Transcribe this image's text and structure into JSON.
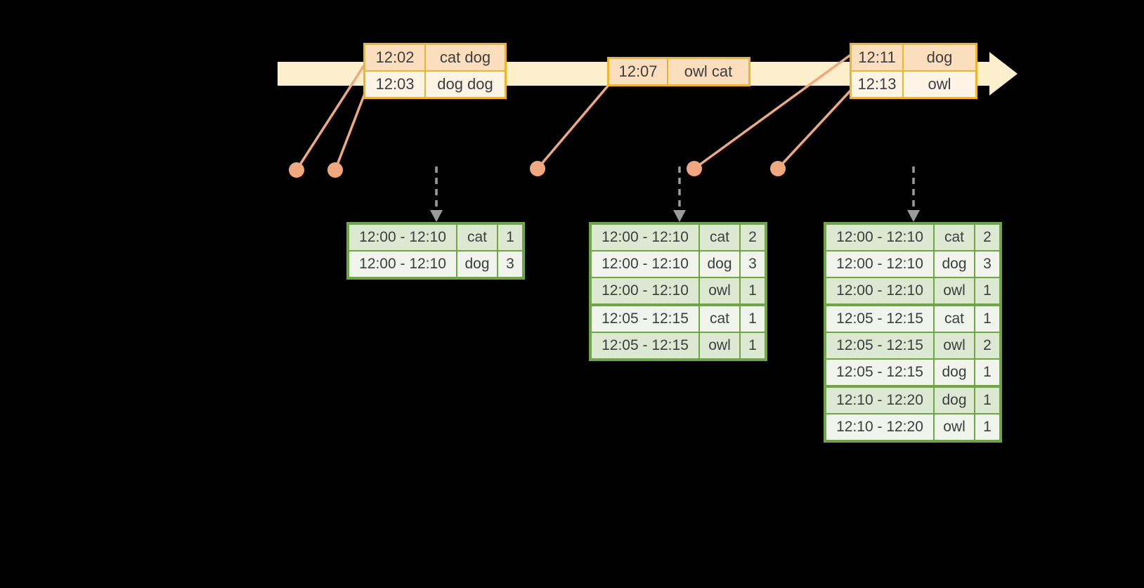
{
  "colors": {
    "background": "#000000",
    "timeline_band": "#FBF0CB",
    "event_border": "#F0B42A",
    "event_row_dark": "#FBDEBD",
    "event_row_light": "#FEF4E5",
    "marker": "#F2A87E",
    "result_border": "#6CA743",
    "result_row_dark": "#DDE8D3",
    "result_row_light": "#F1F4ED",
    "trigger_arrow": "#9B9B9B",
    "text": "#3D3D3D"
  },
  "icons": {
    "timeline_arrowhead": "right-pointing-triangle",
    "event_dot": "filled-circle",
    "trigger_arrow": "dashed-downward-arrow"
  },
  "event_tables": [
    {
      "rows": [
        {
          "time": "12:02",
          "words": "cat dog"
        },
        {
          "time": "12:03",
          "words": "dog dog"
        }
      ]
    },
    {
      "rows": [
        {
          "time": "12:07",
          "words": "owl cat"
        }
      ]
    },
    {
      "rows": [
        {
          "time": "12:11",
          "words": "dog"
        },
        {
          "time": "12:13",
          "words": "owl"
        }
      ]
    }
  ],
  "result_tables": [
    {
      "rows": [
        {
          "window": "12:00 - 12:10",
          "word": "cat",
          "count": "1"
        },
        {
          "window": "12:00 - 12:10",
          "word": "dog",
          "count": "3"
        }
      ]
    },
    {
      "rows": [
        {
          "window": "12:00 - 12:10",
          "word": "cat",
          "count": "2"
        },
        {
          "window": "12:00 - 12:10",
          "word": "dog",
          "count": "3"
        },
        {
          "window": "12:00 - 12:10",
          "word": "owl",
          "count": "1",
          "group_end": true
        },
        {
          "window": "12:05 - 12:15",
          "word": "cat",
          "count": "1"
        },
        {
          "window": "12:05 - 12:15",
          "word": "owl",
          "count": "1"
        }
      ]
    },
    {
      "rows": [
        {
          "window": "12:00 - 12:10",
          "word": "cat",
          "count": "2"
        },
        {
          "window": "12:00 - 12:10",
          "word": "dog",
          "count": "3"
        },
        {
          "window": "12:00 - 12:10",
          "word": "owl",
          "count": "1",
          "group_end": true
        },
        {
          "window": "12:05 - 12:15",
          "word": "cat",
          "count": "1"
        },
        {
          "window": "12:05 - 12:15",
          "word": "owl",
          "count": "2"
        },
        {
          "window": "12:05 - 12:15",
          "word": "dog",
          "count": "1",
          "group_end": true
        },
        {
          "window": "12:10 - 12:20",
          "word": "dog",
          "count": "1"
        },
        {
          "window": "12:10 - 12:20",
          "word": "owl",
          "count": "1"
        }
      ]
    }
  ]
}
